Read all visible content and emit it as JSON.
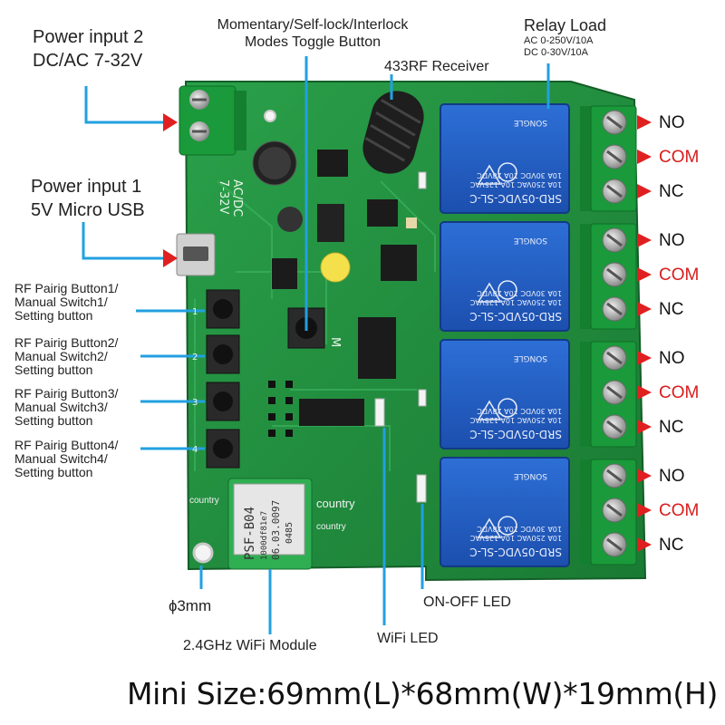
{
  "labels": {
    "power_input_2": [
      "Power input 2",
      "DC/AC 7-32V"
    ],
    "power_input_1": [
      "Power input 1",
      "5V Micro USB"
    ],
    "mode_button": [
      "Momentary/Self-lock/Interlock",
      "Modes Toggle Button"
    ],
    "rf_receiver": "433RF Receiver",
    "relay_load": {
      "title": "Relay Load",
      "ac": "AC 0-250V/10A",
      "dc": "DC 0-30V/10A"
    },
    "rf_buttons": [
      [
        "RF Pairig Button1/",
        "Manual Switch1/",
        "Setting button"
      ],
      [
        "RF Pairig Button2/",
        "Manual Switch2/",
        "Setting button"
      ],
      [
        "RF Pairig Button3/",
        "Manual Switch3/",
        "Setting button"
      ],
      [
        "RF Pairig Button4/",
        "Manual Switch4/",
        "Setting button"
      ]
    ],
    "hole": "ɸ3mm",
    "wifi_module": "2.4GHz WiFi Module",
    "wifi_led": "WiFi LED",
    "onoff_led": "ON-OFF LED"
  },
  "relays": [
    {
      "no": "NO",
      "com": "COM",
      "nc": "NC"
    },
    {
      "no": "NO",
      "com": "COM",
      "nc": "NC"
    },
    {
      "no": "NO",
      "com": "COM",
      "nc": "NC"
    },
    {
      "no": "NO",
      "com": "COM",
      "nc": "NC"
    }
  ],
  "relay_print": {
    "model": "SRD-05VDC-SL-C",
    "line1": "10A 250VAC  10A 125VAC",
    "line2": "10A 30VDC  10A 28VDC",
    "brand": "SONGLE"
  },
  "board_silk": {
    "acdc": "AC/DC",
    "v732": "7-32V",
    "m": "M",
    "btn_nums": [
      "1",
      "2",
      "3",
      "4"
    ]
  },
  "module_print": {
    "model": "PSF-B04",
    "code": "1000df81e7",
    "date": "06.03.0097",
    "num": "0485"
  },
  "country_marks": [
    "country",
    "country",
    "country"
  ],
  "footer": "Mini Size:69mm(L)*68mm(W)*19mm(H)",
  "colors": {
    "pcb": "#1f8a3c",
    "relay": "#1f5fc4",
    "terminal": "#1a9a3a",
    "arrow_red": "#e02020",
    "leader_blue": "#22a0e0",
    "com_red": "#d81c1c"
  }
}
